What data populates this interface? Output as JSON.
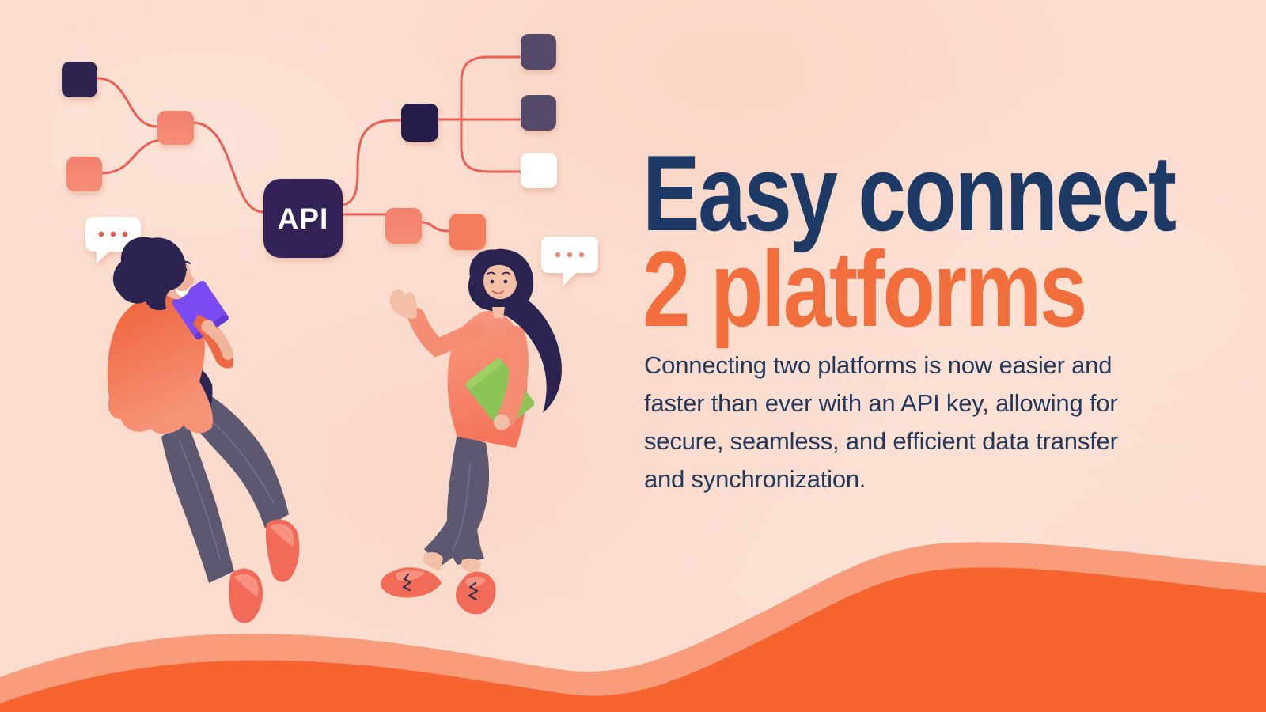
{
  "hero": {
    "title_line1": "Easy connect",
    "title_line2": "2 platforms",
    "description": "Connecting two platforms is now easier and faster than ever with an API key, allowing for secure, seamless, and efficient data transfer and synchronization."
  },
  "illustration": {
    "api_label": "API",
    "speech_bubble_left_dots": "···",
    "speech_bubble_right_dots": "···",
    "scene": "two people floating beside an API node diagram connecting two platforms"
  },
  "colors": {
    "background": "#fbdcce",
    "title_navy": "#1d3a66",
    "accent_orange": "#f26e3c",
    "body_text_navy": "#21395c",
    "connector_coral": "#ee5c52",
    "node_dark_purple": "#2d2150",
    "node_muted_purple": "#554a69",
    "node_salmon": "#f58270",
    "node_white": "#ffffff",
    "api_box": "#322254",
    "api_text": "#ffffff",
    "wave_light": "#f99c7b",
    "wave_orange": "#f7642f",
    "shirt_orange": "#f06a44",
    "sweater_coral": "#f58d74",
    "pants_gray": "#5d5770",
    "shoes_coral": "#f26a58",
    "hair_navy": "#2c2450",
    "skin": "#f0b59c",
    "tablet_purple": "#7a4bf0",
    "folder_green": "#8cc455"
  }
}
